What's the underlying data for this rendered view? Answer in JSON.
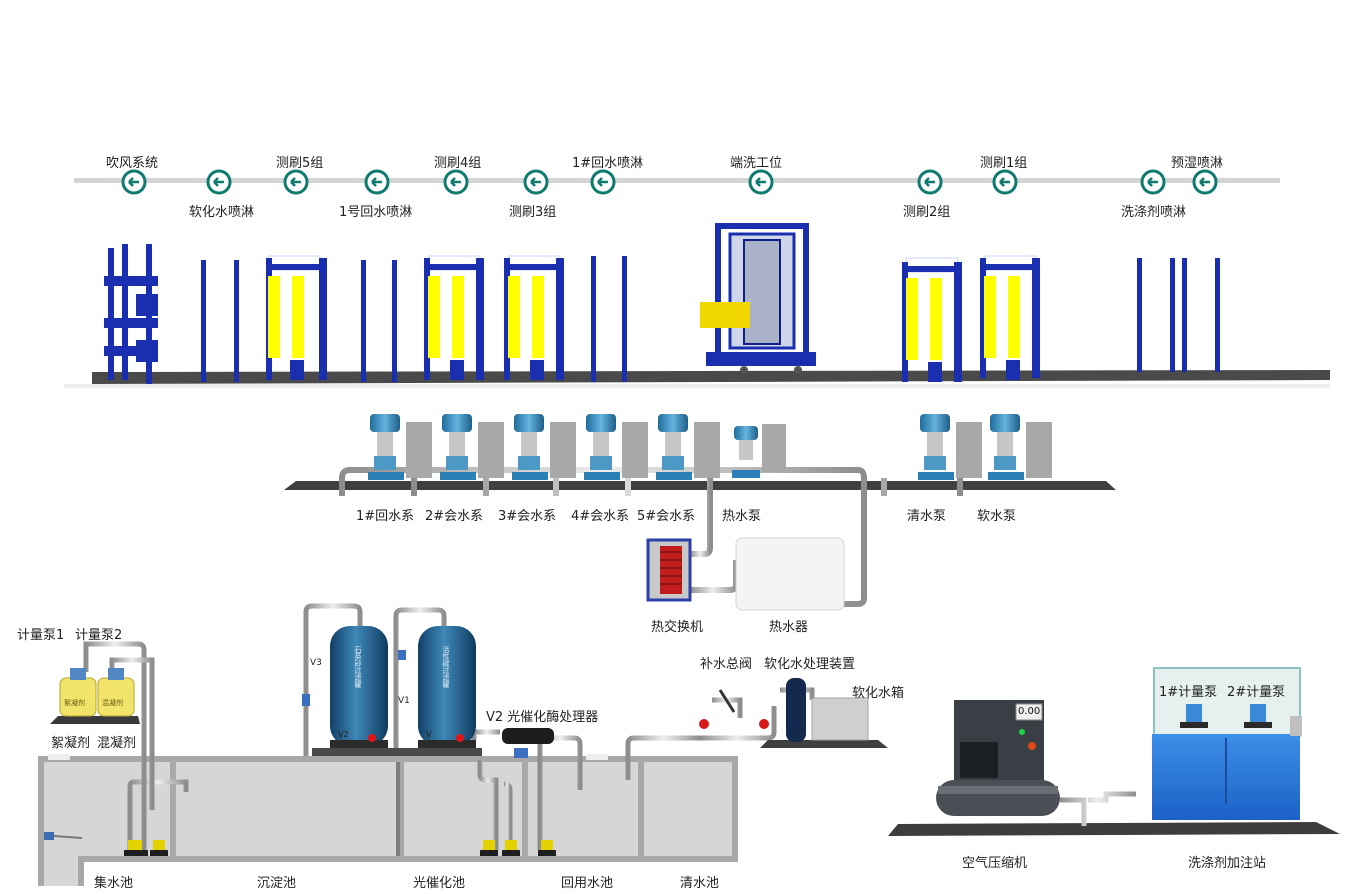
{
  "line": {
    "top_labels": [
      "吹风系统",
      "测刷5组",
      "测刷4组",
      "1#回水喷淋",
      "端洗工位",
      "测刷1组",
      "预湿喷淋"
    ],
    "bottom_labels": [
      "软化水喷淋",
      "1号回水喷淋",
      "测刷3组",
      "测刷2组",
      "洗涤剂喷淋"
    ],
    "arrow_icon": "arrow-left-circle-icon",
    "accent_color": "#0f7a6e"
  },
  "pumps": {
    "labels": [
      "1#回水系",
      "2#会水系",
      "3#会水系",
      "4#会水系",
      "5#会水系",
      "热水泵",
      "清水泵",
      "软水泵"
    ]
  },
  "heat": {
    "exchanger_label": "热交换机",
    "heater_label": "热水器"
  },
  "dosing": {
    "pump1_label": "计量泵1",
    "pump2_label": "计量泵2",
    "tank_left_text": "絮凝剂",
    "tank_right_text": "混凝剂",
    "caption_left": "絮凝剂",
    "caption_right": "混凝剂"
  },
  "filters": {
    "v3": "V3",
    "v1": "V1",
    "v2_small": "V2",
    "v_small": "V",
    "tank1_text": "石英砂过滤罐",
    "tank2_text": "活性碳过滤罐"
  },
  "photocatalytic": {
    "label": "V2  光催化酶处理器"
  },
  "softening": {
    "valve_label": "补水总阀",
    "device_label": "软化水处理装置",
    "tank_label": "软化水箱"
  },
  "basins": {
    "labels": [
      "集水池",
      "沉淀池",
      "光催化池",
      "回用水池",
      "清水池"
    ]
  },
  "compressor": {
    "display": "0.00",
    "label": "空气压缩机"
  },
  "detergent": {
    "pump1_label": "1#计量泵",
    "pump2_label": "2#计量泵",
    "label": "洗涤剂加注站"
  }
}
